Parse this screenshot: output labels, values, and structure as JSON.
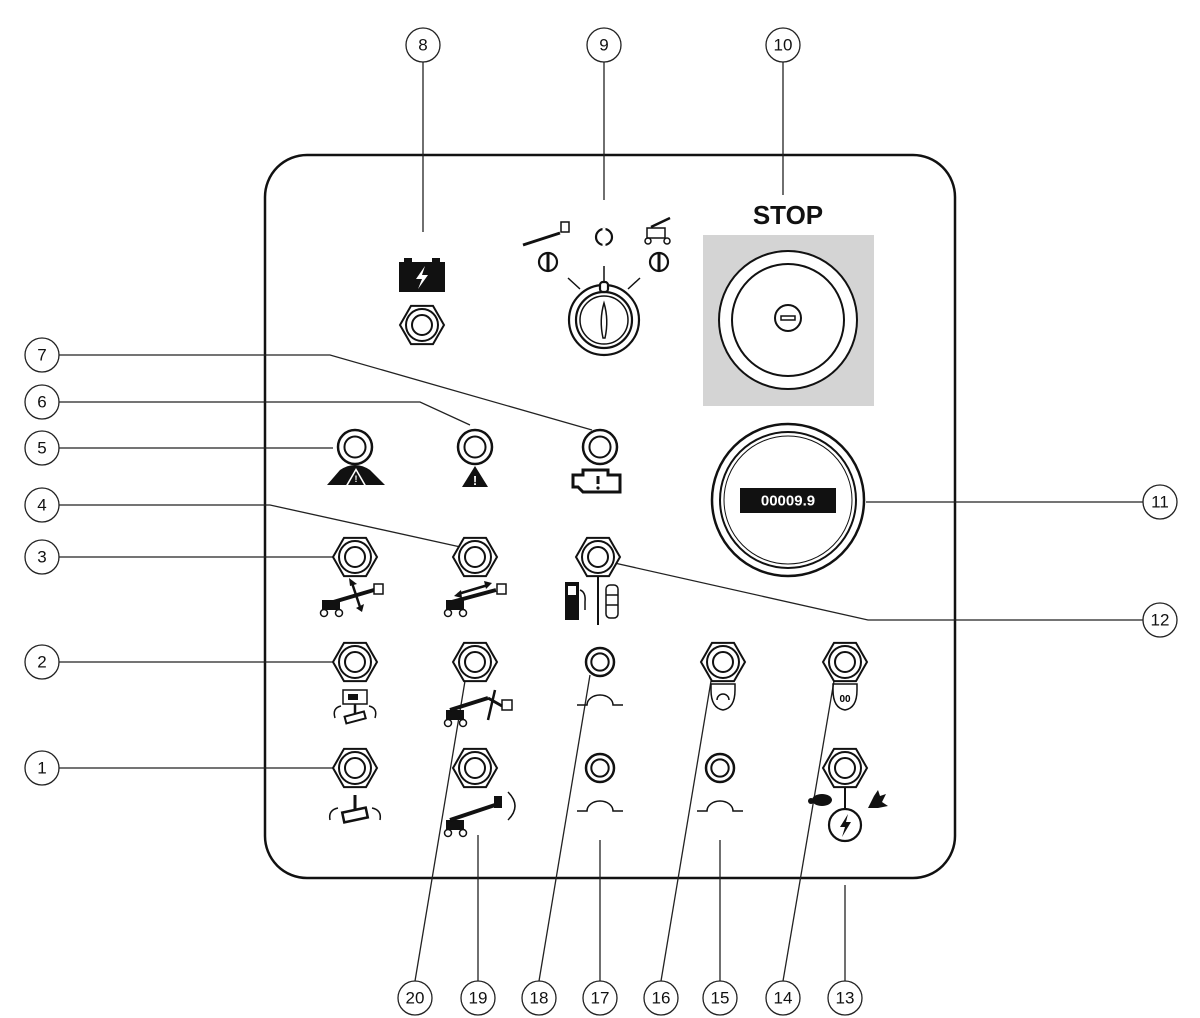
{
  "panel": {
    "stop_label": "STOP",
    "hour_meter_reading": "00009.9"
  },
  "callouts": {
    "c1": "1",
    "c2": "2",
    "c3": "3",
    "c4": "4",
    "c5": "5",
    "c6": "6",
    "c7": "7",
    "c8": "8",
    "c9": "9",
    "c10": "10",
    "c11": "11",
    "c12": "12",
    "c13": "13",
    "c14": "14",
    "c15": "15",
    "c16": "16",
    "c17": "17",
    "c18": "18",
    "c19": "19",
    "c20": "20"
  },
  "colors": {
    "stop_background": "#d4d4d4",
    "ink": "#111111"
  }
}
